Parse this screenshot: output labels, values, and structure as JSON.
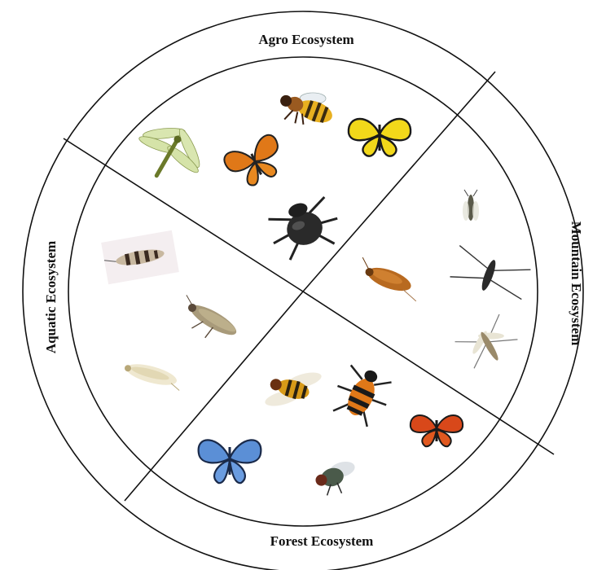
{
  "labels": {
    "top": "Agro Ecosystem",
    "right": "Mountain Ecosystem",
    "bottom": "Forest Ecosystem",
    "left": "Aquatic Ecosystem"
  },
  "insects": {
    "agro": [
      "dragonfly",
      "honeybee",
      "orange-butterfly",
      "yellow-butterfly",
      "dung-beetle"
    ],
    "mountain": [
      "small-fly",
      "water-strider",
      "moth",
      "crane-fly"
    ],
    "forest": [
      "hoverfly",
      "banded-beetle",
      "red-butterfly",
      "blue-butterfly",
      "housefly"
    ],
    "aquatic": [
      "caddisfly",
      "stonefly",
      "mayfly"
    ]
  },
  "colors": {
    "line": "#111111",
    "yellow": "#f2d81a",
    "orange": "#e07818",
    "blue": "#5b8fd6"
  }
}
